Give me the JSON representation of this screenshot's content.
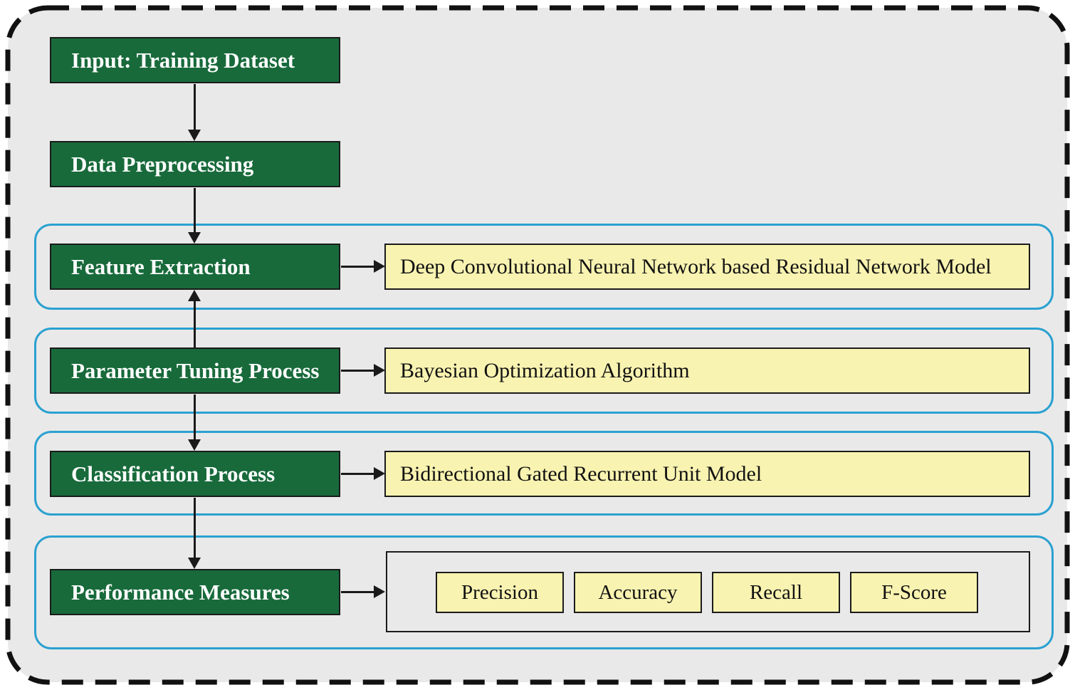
{
  "stages": [
    {
      "label": "Input: Training Dataset"
    },
    {
      "label": "Data Preprocessing"
    },
    {
      "label": "Feature Extraction",
      "detail": "Deep Convolutional Neural Network based Residual Network Model"
    },
    {
      "label": "Parameter Tuning Process",
      "detail": "Bayesian Optimization Algorithm"
    },
    {
      "label": "Classification Process",
      "detail": "Bidirectional Gated Recurrent Unit Model"
    },
    {
      "label": "Performance Measures",
      "metrics": [
        "Precision",
        "Accuracy",
        "Recall",
        "F-Score"
      ]
    }
  ],
  "colors": {
    "stage_fill": "#186a3b",
    "detail_fill": "#f9f3b1",
    "group_border": "#2ba1d1",
    "canvas_bg": "#e9e9e9",
    "frame_border": "#111111",
    "line_color": "#1a1a1a",
    "box_border": "#1b1b1b"
  }
}
